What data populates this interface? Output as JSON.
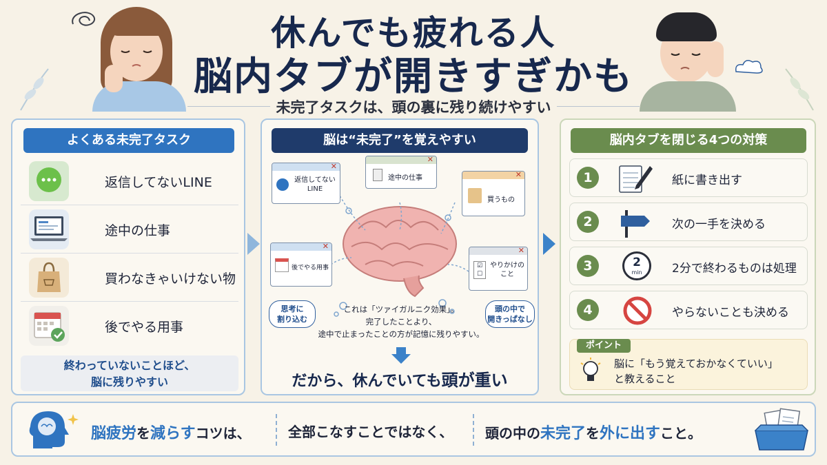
{
  "header": {
    "title_line1": "休んでも疲れる人",
    "title_line2": "脳内タブが開きすぎかも",
    "subtitle": "未完了タスクは、頭の裏に残り続けやすい"
  },
  "left_panel": {
    "ribbon": "よくある未完了タスク",
    "tasks": [
      {
        "label": "返信してないLINE"
      },
      {
        "label": "途中の仕事"
      },
      {
        "label": "買わなきゃいけない物"
      },
      {
        "label": "後でやる用事"
      }
    ],
    "note_line1": "終わっていないことほど、",
    "note_line2": "脳に残りやすい"
  },
  "center_panel": {
    "ribbon": "脳は“未完了”を覚えやすい",
    "windows": [
      {
        "label_line1": "返信してない",
        "label_line2": "LINE"
      },
      {
        "label_line1": "途中の仕事",
        "label_line2": ""
      },
      {
        "label_line1": "買うもの",
        "label_line2": ""
      },
      {
        "label_line1": "後でやる用事",
        "label_line2": ""
      },
      {
        "label_line1": "やりかけの",
        "label_line2": "こと"
      }
    ],
    "bubble_left_line1": "思考に",
    "bubble_left_line2": "割り込む",
    "bubble_right_line1": "頭の中で",
    "bubble_right_line2": "開きっぱなし",
    "explain_line1": "これは「ツァイガルニク効果」。",
    "explain_line2": "完了したことより、",
    "explain_line3": "途中で止まったことの方が記憶に残りやすい。",
    "conclusion_pre": "だから、休んでいても",
    "conclusion_emph": "頭が重い"
  },
  "right_panel": {
    "ribbon": "脳内タブを閉じる4つの対策",
    "steps": [
      {
        "num": "1",
        "label": "紙に書き出す"
      },
      {
        "num": "2",
        "label": "次の一手を決める"
      },
      {
        "num": "3",
        "label": "2分で終わるものは処理"
      },
      {
        "num": "4",
        "label": "やらないことも決める"
      }
    ],
    "timer_num": "2",
    "timer_unit": "min",
    "point_tag": "ポイント",
    "point_line1": "脳に「もう覚えておかなくていい」",
    "point_line2": "と教えること"
  },
  "bottom": {
    "part1_emph1": "脳疲労",
    "part1_mid": "を",
    "part1_emph2": "減らす",
    "part1_end": "コツは、",
    "part2": "全部こなすことではなく、",
    "part3_pre": "頭の中の",
    "part3_emph1": "未完了",
    "part3_mid": "を",
    "part3_emph2": "外に出す",
    "part3_end": "こと。"
  },
  "colors": {
    "navy": "#17284d",
    "blue": "#2f74c0",
    "green": "#6a8c4e",
    "accent_text": "#1f4d8c"
  }
}
